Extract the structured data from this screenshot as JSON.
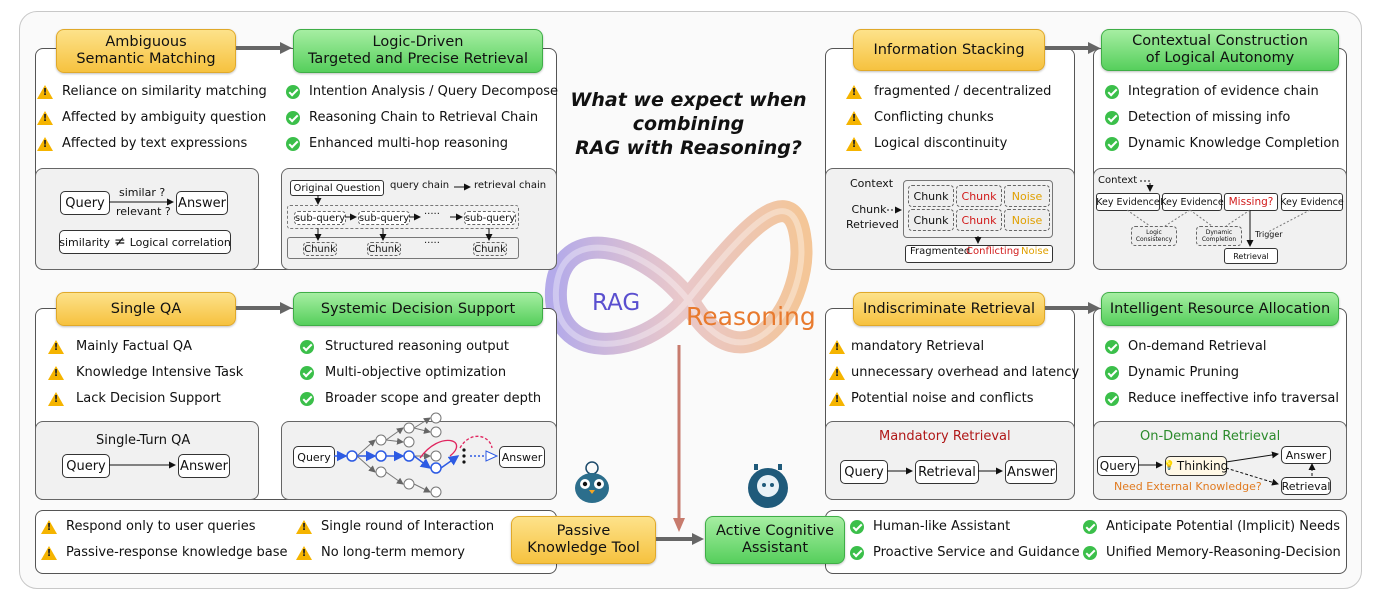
{
  "title": [
    "What we expect when",
    "combining",
    "RAG with Reasoning?"
  ],
  "center": {
    "rag": "RAG",
    "reasoning": "Reasoning"
  },
  "tl": {
    "from_title": "Ambiguous\nSemantic Matching",
    "to_title": "Logic-Driven\nTargeted and Precise Retrieval",
    "problems": [
      "Reliance on similarity matching",
      "Affected by ambiguity question",
      "Affected by text expressions"
    ],
    "solutions": [
      "Intention Analysis / Query Decompose",
      "Reasoning Chain to Retrieval Chain",
      "Enhanced multi-hop reasoning"
    ],
    "diag_left": {
      "query": "Query",
      "similar": "similar ?",
      "relevant": "relevant ?",
      "answer": "Answer",
      "similarity": "similarity",
      "neq": "≠",
      "logical": "Logical correlation"
    },
    "diag_right": {
      "original": "Original Question",
      "query_chain": "query chain",
      "retrieval_chain": "retrieval chain",
      "sub_query": "sub-query",
      "chunk": "Chunk",
      "dots": "·····"
    }
  },
  "tr": {
    "from_title": "Information Stacking",
    "to_title": "Contextual Construction\nof Logical Autonomy",
    "problems": [
      "fragmented / decentralized",
      "Conflicting chunks",
      "Logical discontinuity"
    ],
    "solutions": [
      "Integration of evidence chain",
      "Detection of missing info",
      "Dynamic Knowledge Completion"
    ],
    "diag_left": {
      "context": "Context",
      "chunk": "Chunk",
      "retrieved": "Retrieved",
      "noise": "Noise",
      "fragmented": "Fragmented",
      "conflicting": "Conflicting"
    },
    "diag_right": {
      "context": "Context",
      "key_evidence": "Key Evidence",
      "missing": "Missing?",
      "logic": "Logic\nConsistency",
      "dynamic": "Dynamic\nCompletion",
      "trigger": "Trigger",
      "retrieval": "Retrieval"
    }
  },
  "bl": {
    "from_title": "Single QA",
    "to_title": "Systemic Decision Support",
    "problems": [
      "Mainly Factual QA",
      "Knowledge Intensive Task",
      "Lack Decision Support"
    ],
    "solutions": [
      "Structured reasoning output",
      "Multi-objective optimization",
      "Broader scope and greater depth"
    ],
    "diag_left": {
      "label": "Single-Turn QA",
      "query": "Query",
      "answer": "Answer"
    },
    "diag_right": {
      "query": "Query",
      "answer": "Answer"
    }
  },
  "br": {
    "from_title": "Indiscriminate Retrieval",
    "to_title": "Intelligent Resource Allocation",
    "problems": [
      "mandatory Retrieval",
      "unnecessary overhead and latency",
      "Potential noise and conflicts"
    ],
    "solutions": [
      "On-demand Retrieval",
      "Dynamic Pruning",
      "Reduce ineffective info traversal"
    ],
    "diag_left": {
      "label": "Mandatory Retrieval",
      "query": "Query",
      "retrieval": "Retrieval",
      "answer": "Answer"
    },
    "diag_right": {
      "label": "On-Demand Retrieval",
      "query": "Query",
      "thinking": "Thinking",
      "answer": "Answer",
      "retrieval": "Retrieval",
      "need": "Need External Knowledge?"
    }
  },
  "bottom": {
    "from_title": "Passive\nKnowledge Tool",
    "to_title": "Active Cognitive\nAssistant",
    "problems": [
      "Respond only to user queries",
      "Passive-response knowledge base",
      "Single round of Interaction",
      "No long-term memory"
    ],
    "solutions": [
      "Human-like Assistant",
      "Proactive Service and Guidance",
      "Anticipate Potential (Implicit) Needs",
      "Unified Memory-Reasoning-Decision"
    ]
  },
  "colors": {
    "warn": "#f5b400",
    "check": "#3bbf4a",
    "header_yellow": "#f6c23f",
    "header_green": "#56cf5c",
    "rag": "#5a4fcf",
    "reasoning": "#e87a2e",
    "conflict": "#d11a1a",
    "noise": "#e0a000",
    "need": "#e07a20",
    "ondemand": "#2b8a2b"
  }
}
